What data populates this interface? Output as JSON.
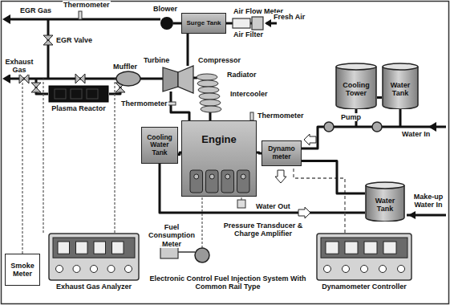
{
  "diagram": {
    "nodes": [
      {
        "text": [
          "Surge Tank"
        ]
      },
      {
        "text": [
          "Cooling Water Tank"
        ]
      },
      {
        "text": [
          "Engine"
        ]
      },
      {
        "text": [
          "Dynamo meter"
        ]
      },
      {
        "text": [
          "Cooling Tower"
        ]
      },
      {
        "text": [
          "Water Tank"
        ]
      },
      {
        "text": [
          "Water Tank"
        ]
      },
      {
        "text": [
          "Plasma Reactor"
        ]
      },
      {
        "text": [
          "Smoke Meter"
        ]
      },
      {
        "text": [
          "Exhaust Gas Analyzer"
        ]
      },
      {
        "text": [
          "Dynamometer Controller"
        ]
      }
    ],
    "edges": [
      {
        "from": 2,
        "to": 3,
        "arrow": "none"
      },
      {
        "from": 1,
        "to": 2,
        "arrow": "none"
      },
      {
        "from": 10,
        "to": 3,
        "arrow": "none"
      },
      {
        "from": 5,
        "to": 4,
        "arrow": "none"
      },
      {
        "from": 6,
        "to": 3,
        "arrow": "none"
      }
    ],
    "labels": [
      "EGR Gas",
      "Thermometer",
      "Blower",
      "Air Flow Meter",
      "Air Filter",
      "Fresh Air",
      "EGR Valve",
      "Turbine",
      "Compressor",
      "Radiator",
      "Intercooler",
      "Muffler",
      "Thermometer",
      "Thermometer",
      "Exhaust Gas",
      "Pump",
      "Water In",
      "Water Out",
      "Make-up Water In",
      "Fuel Consumption Meter",
      "Pressure Transducer & Charge Amplifier",
      "Electronic Control Fuel Injection System With Common Rail Type"
    ]
  }
}
